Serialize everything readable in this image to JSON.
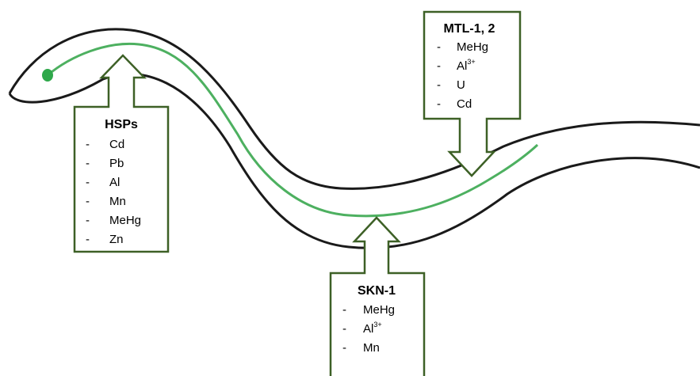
{
  "colors": {
    "box_outline": "#3d6026",
    "worm_outline": "#1a1a1a",
    "intestine": "#4db060",
    "background": "#ffffff"
  },
  "bullet": "-",
  "boxes": {
    "hsps": {
      "title": "HSPs",
      "items": [
        {
          "base": "Cd",
          "sup": ""
        },
        {
          "base": "Pb",
          "sup": ""
        },
        {
          "base": "Al",
          "sup": ""
        },
        {
          "base": "Mn",
          "sup": ""
        },
        {
          "base": "MeHg",
          "sup": ""
        },
        {
          "base": "Zn",
          "sup": ""
        }
      ]
    },
    "mtl": {
      "title": "MTL-1, 2",
      "items": [
        {
          "base": "MeHg",
          "sup": ""
        },
        {
          "base": "Al",
          "sup": "3+"
        },
        {
          "base": "U",
          "sup": ""
        },
        {
          "base": "Cd",
          "sup": ""
        }
      ]
    },
    "skn": {
      "title": "SKN-1",
      "items": [
        {
          "base": "MeHg",
          "sup": ""
        },
        {
          "base": "Al",
          "sup": "3+"
        },
        {
          "base": "Mn",
          "sup": ""
        }
      ]
    }
  }
}
